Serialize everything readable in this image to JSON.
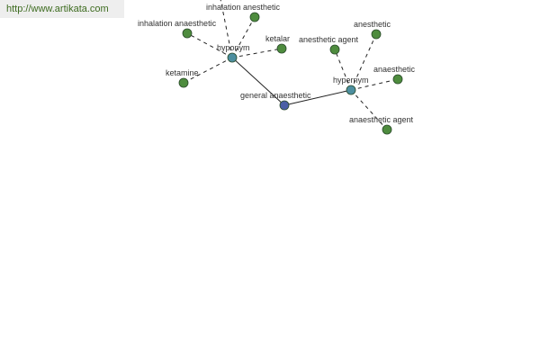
{
  "header": {
    "source_link": "http://www.artikata.com"
  },
  "colors": {
    "center_node": "#4b5fa6",
    "relation_node": "#4d8fa0",
    "term_node": "#4e8c3e",
    "node_stroke": "#2a4a2a",
    "edge": "#222222"
  },
  "graph": {
    "nodes": [
      {
        "id": "general-anaesthetic",
        "label": "general anaesthetic",
        "kind": "center"
      },
      {
        "id": "hyponym",
        "label": "hyponym",
        "kind": "relation"
      },
      {
        "id": "hypernym",
        "label": "hypernym",
        "kind": "relation"
      },
      {
        "id": "inhalation-anesthetic",
        "label": "inhalation anesthetic",
        "kind": "term"
      },
      {
        "id": "inhalation-anaesthetic",
        "label": "inhalation anaesthetic",
        "kind": "term"
      },
      {
        "id": "ketalar",
        "label": "ketalar",
        "kind": "term"
      },
      {
        "id": "ketamine",
        "label": "ketamine",
        "kind": "term"
      },
      {
        "id": "offscreen-term",
        "label": "",
        "kind": "term"
      },
      {
        "id": "anesthetic-agent",
        "label": "anesthetic agent",
        "kind": "term"
      },
      {
        "id": "anesthetic",
        "label": "anesthetic",
        "kind": "term"
      },
      {
        "id": "anaesthetic",
        "label": "anaesthetic",
        "kind": "term"
      },
      {
        "id": "anaesthetic-agent",
        "label": "anaesthetic agent",
        "kind": "term"
      }
    ],
    "edges": [
      {
        "from": "general-anaesthetic",
        "to": "hyponym",
        "style": "solid"
      },
      {
        "from": "general-anaesthetic",
        "to": "hypernym",
        "style": "solid"
      },
      {
        "from": "hyponym",
        "to": "inhalation-anesthetic",
        "style": "dashed"
      },
      {
        "from": "hyponym",
        "to": "inhalation-anaesthetic",
        "style": "dashed"
      },
      {
        "from": "hyponym",
        "to": "ketalar",
        "style": "dashed"
      },
      {
        "from": "hyponym",
        "to": "ketamine",
        "style": "dashed"
      },
      {
        "from": "hyponym",
        "to": "offscreen-term",
        "style": "dashed"
      },
      {
        "from": "hypernym",
        "to": "anesthetic-agent",
        "style": "dashed"
      },
      {
        "from": "hypernym",
        "to": "anesthetic",
        "style": "dashed"
      },
      {
        "from": "hypernym",
        "to": "anaesthetic",
        "style": "dashed"
      },
      {
        "from": "hypernym",
        "to": "anaesthetic-agent",
        "style": "dashed"
      }
    ]
  }
}
